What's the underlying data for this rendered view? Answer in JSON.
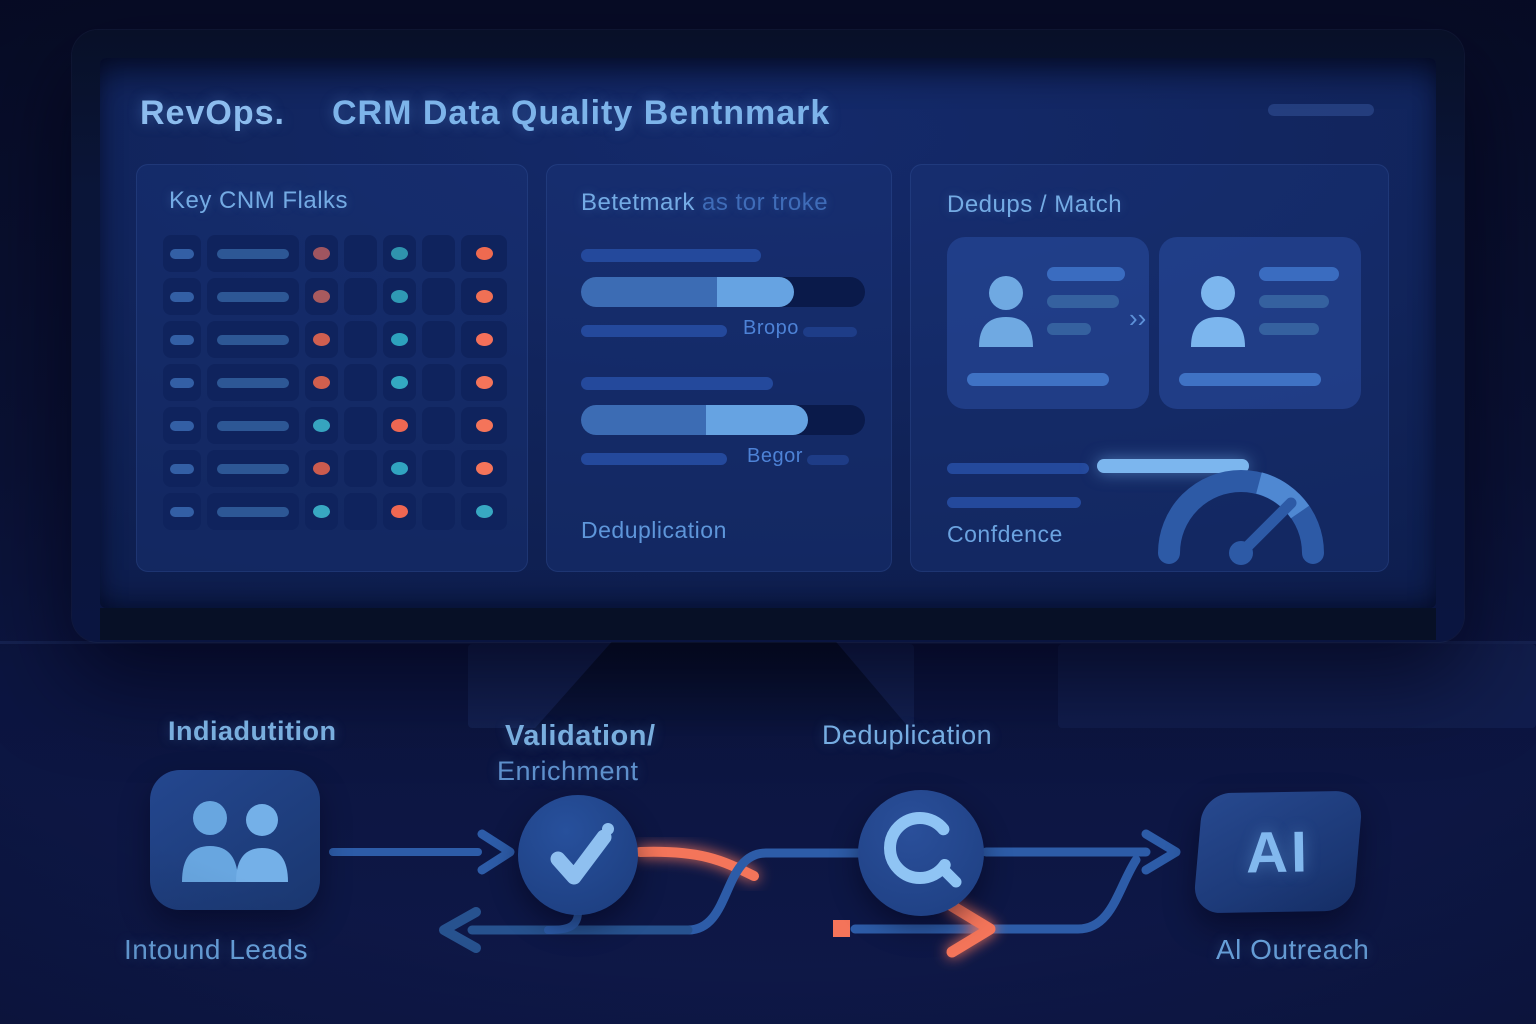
{
  "colors": {
    "accent_light_blue": "#7db4ea",
    "flow_line_blue": "#2d5ca8",
    "flow_orange": "#f4745a",
    "teal_dot": "#35a8c0",
    "muted_red_dot": "#9f5560",
    "bar_fill": "#3c6cb4",
    "bar_fill_light": "#66a3e2"
  },
  "screen": {
    "brand": "RevOps.",
    "title": "CRM Data Quality Bentnmark",
    "flags_panel": {
      "title": "Key CNM Flalks",
      "rows": [
        {
          "dots": [
            "#9f5560",
            null,
            "#2f93ad",
            null,
            "#ee6a50"
          ]
        },
        {
          "dots": [
            "#a85a5e",
            null,
            "#2f9ab4",
            null,
            "#f07055"
          ]
        },
        {
          "dots": [
            "#cf5f50",
            null,
            "#2da2bd",
            null,
            "#f4705a"
          ]
        },
        {
          "dots": [
            "#d05f4e",
            null,
            "#33a9c2",
            null,
            "#f4745a"
          ]
        },
        {
          "dots": [
            "#36a4bf",
            null,
            "#ee6752",
            null,
            "#f4745a"
          ]
        },
        {
          "dots": [
            "#cb5b4e",
            null,
            "#31a4c0",
            null,
            "#f4745a"
          ]
        },
        {
          "dots": [
            "#38a8c2",
            null,
            "#ee6752",
            null,
            "#38a8c2"
          ]
        }
      ]
    },
    "benchmark_panel": {
      "title": "Betetmark",
      "subtitle": " as tor troke",
      "groups": [
        {
          "label": "Bropo",
          "fill": "136px",
          "light": "77px"
        },
        {
          "label": "Begor",
          "fill": "125px",
          "light": "102px"
        }
      ],
      "footer": "Deduplication"
    },
    "match_panel": {
      "title": "Dedups / Match",
      "chevron_icon": "››",
      "footer": "Confdence"
    }
  },
  "flow": {
    "source": {
      "title": "Indiadutition",
      "caption": "Intound Leads"
    },
    "validation": {
      "title_line1": "Validation/",
      "title_line2": "Enrichment"
    },
    "dedup": {
      "title": "Deduplication"
    },
    "ai": {
      "tile_label": "AI",
      "caption": "Al Outreach"
    }
  }
}
